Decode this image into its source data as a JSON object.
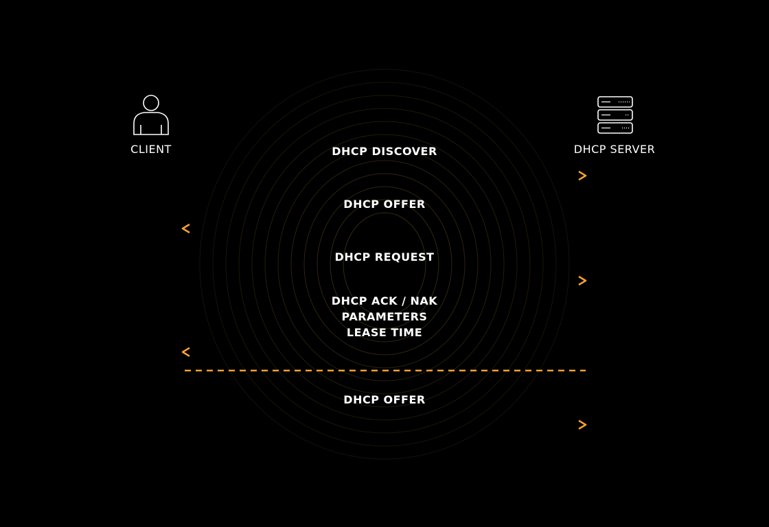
{
  "colors": {
    "background": "#000000",
    "arrow": "#f5a033",
    "lifeline": "#1d33d6",
    "text": "#ffffff",
    "ripple": "#3a3016"
  },
  "actors": {
    "client": {
      "label": "CLIENT",
      "icon": "user-icon"
    },
    "server": {
      "label": "DHCP SERVER",
      "icon": "server-icon"
    }
  },
  "messages": [
    {
      "label_lines": [
        "DHCP DISCOVER"
      ],
      "direction": "to-server"
    },
    {
      "label_lines": [
        "DHCP OFFER"
      ],
      "direction": "to-client"
    },
    {
      "label_lines": [
        "DHCP REQUEST"
      ],
      "direction": "to-server"
    },
    {
      "label_lines": [
        "DHCP ACK / NAK",
        "PARAMETERS",
        "LEASE TIME"
      ],
      "direction": "to-client"
    },
    {
      "label_lines": [
        "DHCP OFFER"
      ],
      "direction": "to-server"
    }
  ],
  "separator": {
    "style": "dashed",
    "after_message": 3
  }
}
